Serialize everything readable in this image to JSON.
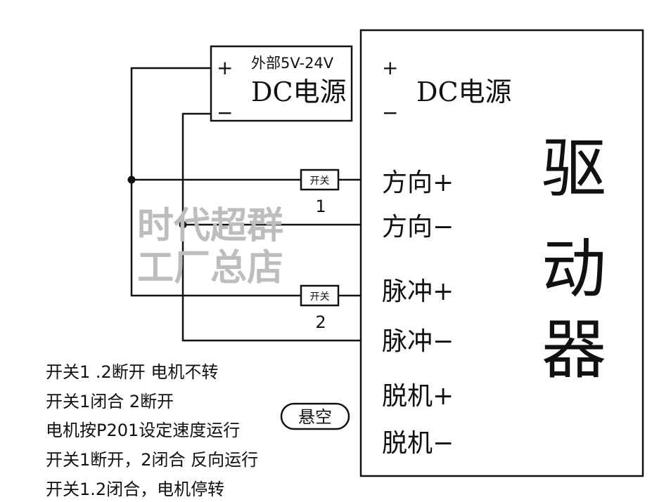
{
  "external_psu": {
    "plus": "+",
    "minus": "−",
    "voltage": "外部5V-24V",
    "label": "DC电源"
  },
  "driver": {
    "title_chars": [
      "驱",
      "动",
      "器"
    ],
    "psu_plus": "+",
    "psu_minus": "−",
    "psu_label": "DC电源",
    "terminals": [
      "方向+",
      "方向−",
      "脉冲+",
      "脉冲−",
      "脱机+",
      "脱机−"
    ]
  },
  "switches": [
    {
      "label": "开关",
      "number": "1"
    },
    {
      "label": "开关",
      "number": "2"
    }
  ],
  "floating_label": "悬空",
  "watermark": "时代超群工厂总店",
  "notes": [
    "开关1 .2断开  电机不转",
    "开关1闭合 2断开",
    "电机按P201设定速度运行",
    "开关1断开，2闭合 反向运行",
    "开关1.2闭合，电机停转"
  ]
}
